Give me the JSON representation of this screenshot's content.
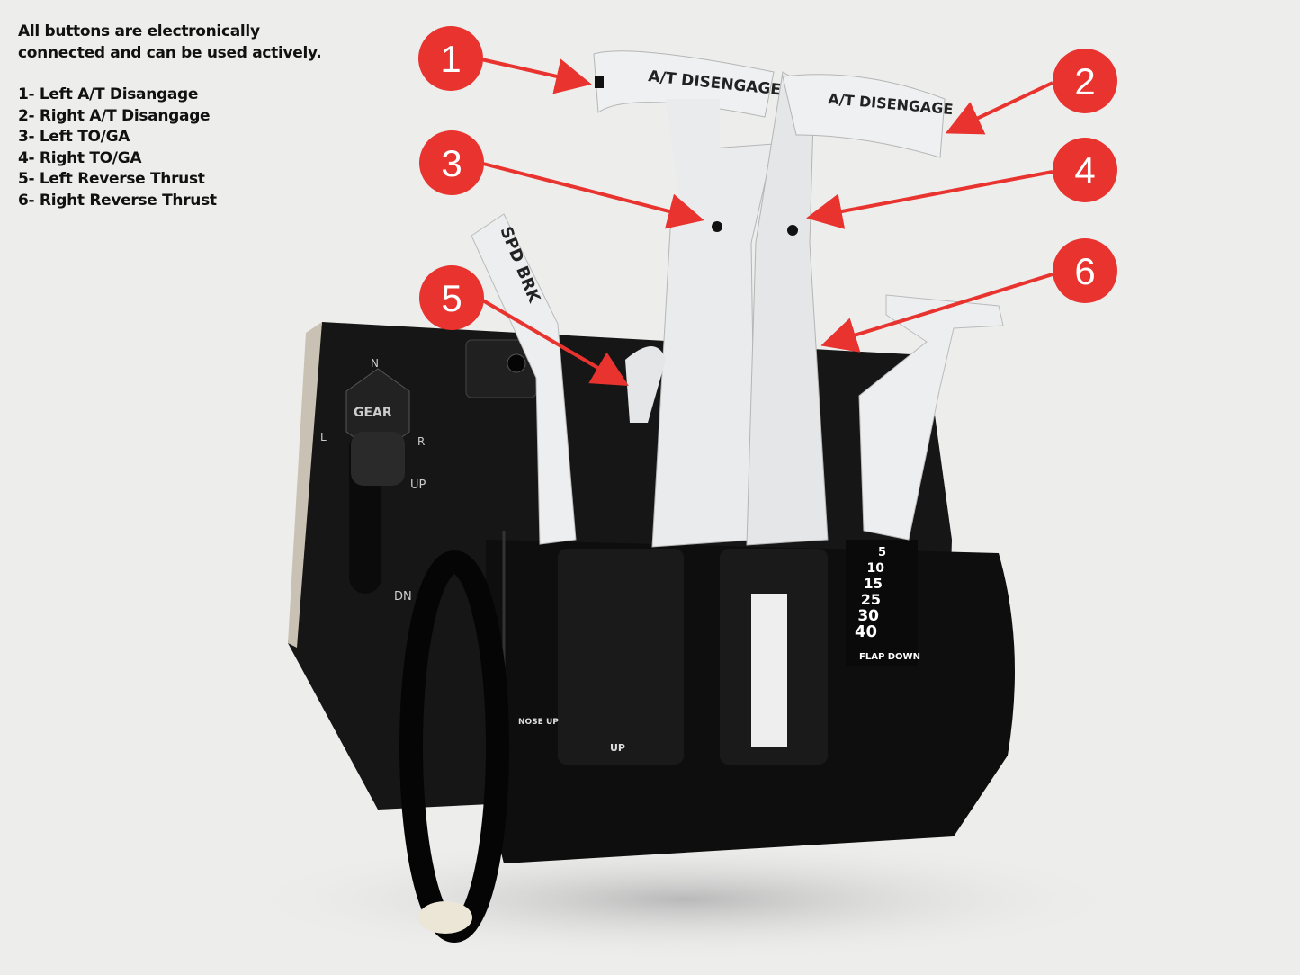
{
  "intro": [
    "All buttons are electronically",
    "connected and can be used actively."
  ],
  "legend": [
    "1- Left A/T Disangage",
    "2- Right A/T Disangage",
    "3- Left TO/GA",
    "4- Right TO/GA",
    "5- Left Reverse Thrust",
    "6- Right Reverse Thrust"
  ],
  "callouts": [
    "1",
    "2",
    "3",
    "4",
    "5",
    "6"
  ],
  "product_labels": {
    "left_handle": "A/T DISENGAGE",
    "right_handle": "A/T DISENGAGE",
    "speed_brake": "SPD BRK",
    "gear": "GEAR",
    "gear_n": "N",
    "gear_l": "L",
    "gear_r": "R",
    "gear_up": "UP",
    "gear_dn": "DN",
    "flap_down": "FLAP DOWN",
    "flap_scale": [
      "5",
      "10",
      "15",
      "25",
      "30",
      "40"
    ],
    "trim_up": "UP",
    "nose_up": "NOSE UP"
  },
  "colors": {
    "callout": "#e8332f",
    "panel": "#141414",
    "plastic": "#eceeef"
  }
}
